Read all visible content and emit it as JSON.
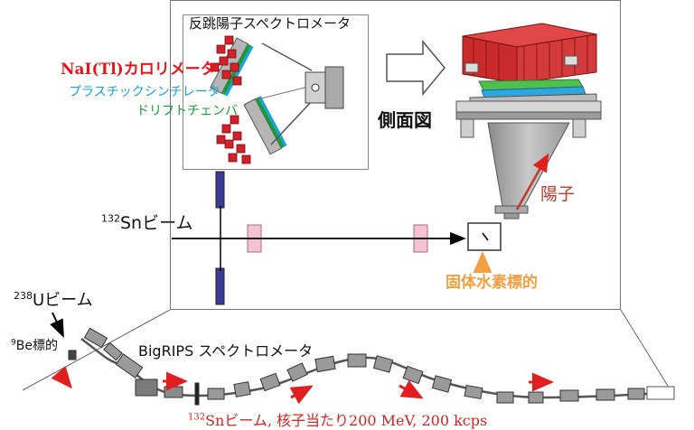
{
  "top_panel": {
    "inset_title": "反跳陽子スペクトロメータ",
    "calorimeter_label": "NaI(Tl)カロリメータ",
    "scintillator_label": "プラスチックシンチレータ",
    "drift_chamber_label": "ドリフトチェンバ",
    "side_view_label": "側面図",
    "proton_label": "陽子",
    "target_label": "固体水素標的",
    "beam_label": {
      "sup": "132",
      "text": "Snビーム"
    }
  },
  "bottom_panel": {
    "primary_beam_label": {
      "sup": "238",
      "text": "Uビーム"
    },
    "production_target_label": {
      "sup": "9",
      "text": "Be標的"
    },
    "spectrometer_label": "BigRIPS スペクトロメータ",
    "beam_caption": {
      "sup": "132",
      "text": "Snビーム, 核子当たり200 MeV, 200 kcps"
    }
  },
  "colors": {
    "calorimeter": "#e8161b",
    "scintillator": "#1aa0e0",
    "drift_chamber": "#1a9a3a",
    "proton": "#c0392b",
    "target_label": "#f0a040",
    "beam_caption": "#e02020",
    "beam_arrow": "#e02020"
  }
}
